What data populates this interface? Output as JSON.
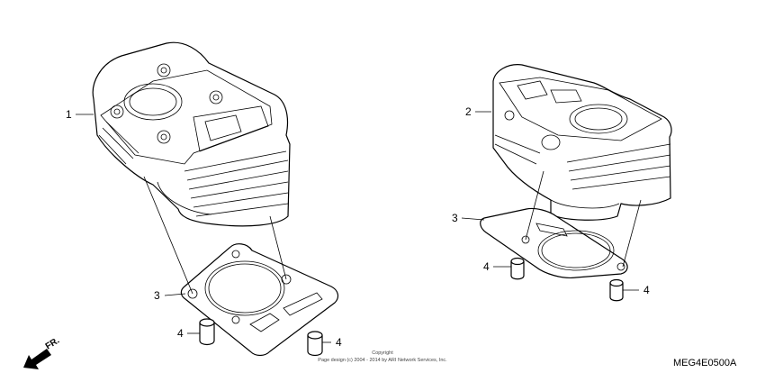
{
  "callouts": {
    "left_cylinder": "1",
    "right_cylinder": "2",
    "left_gasket": "3",
    "right_gasket": "3",
    "left_dowel": "4",
    "left_dowel_b": "4",
    "right_dowel_a": "4",
    "right_dowel_b": "4"
  },
  "front_indicator": "FR.",
  "copyright": {
    "line1": "Copyright",
    "line2": "Page design (c) 2004 - 2014 by ARI Network Services, Inc."
  },
  "diagram_code": "MEG4E0500A",
  "icons": {
    "front_arrow": "front-arrow-icon"
  }
}
